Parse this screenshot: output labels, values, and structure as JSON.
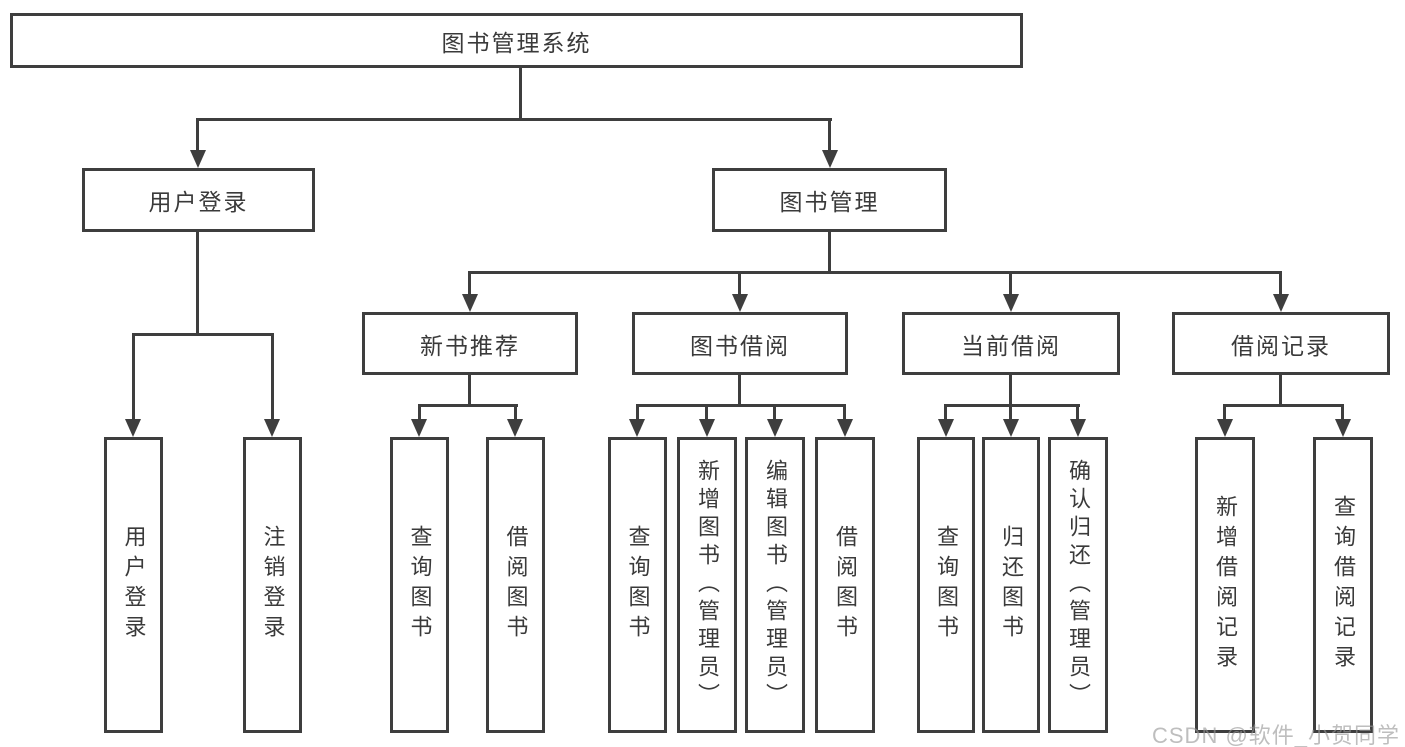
{
  "diagram": {
    "type": "tree",
    "root": {
      "label": "图书管理系统",
      "children": [
        {
          "label": "用户登录",
          "children": [
            {
              "label": "用户登录"
            },
            {
              "label": "注销登录"
            }
          ]
        },
        {
          "label": "图书管理",
          "children": [
            {
              "label": "新书推荐",
              "children": [
                {
                  "label": "查询图书"
                },
                {
                  "label": "借阅图书"
                }
              ]
            },
            {
              "label": "图书借阅",
              "children": [
                {
                  "label": "查询图书"
                },
                {
                  "label": "新增图书（管理员）"
                },
                {
                  "label": "编辑图书（管理员）"
                },
                {
                  "label": "借阅图书"
                }
              ]
            },
            {
              "label": "当前借阅",
              "children": [
                {
                  "label": "查询图书"
                },
                {
                  "label": "归还图书"
                },
                {
                  "label": "确认归还（管理员）"
                }
              ]
            },
            {
              "label": "借阅记录",
              "children": [
                {
                  "label": "新增借阅记录"
                },
                {
                  "label": "查询借阅记录"
                }
              ]
            }
          ]
        }
      ]
    }
  },
  "watermark": {
    "text": "CSDN @软件_小贺同学"
  },
  "colors": {
    "line": "#3e3e3e",
    "text": "#3a3a3a",
    "watermark": "#969696",
    "background": "#ffffff"
  }
}
